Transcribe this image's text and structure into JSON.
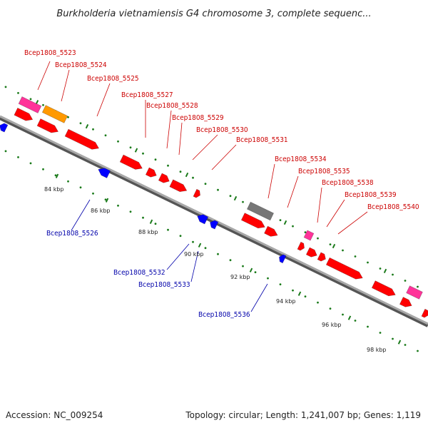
{
  "title": "Burkholderia vietnamiensis G4 chromosome 3, complete sequenc...",
  "footer": {
    "accession": "Accession: NC_009254",
    "topology": "Topology: circular; Length: 1,241,007 bp; Genes: 1,119"
  },
  "colors": {
    "forward_label": "#cc0000",
    "reverse_label": "#0000aa",
    "backbone": "#808080",
    "tick": "#1a7a1a",
    "gene_red": "#ff0000",
    "gene_blue": "#0000ff",
    "gene_pink": "#ff3399",
    "gene_orange": "#ff9900",
    "gene_gray": "#777777"
  },
  "scale_labels": [
    "84 kbp",
    "86 kbp",
    "88 kbp",
    "90 kbp",
    "92 kbp",
    "94 kbp",
    "96 kbp",
    "98 kbp"
  ],
  "forward_labels": [
    "Bcep1808_5523",
    "Bcep1808_5524",
    "Bcep1808_5525",
    "Bcep1808_5527",
    "Bcep1808_5528",
    "Bcep1808_5529",
    "Bcep1808_5530",
    "Bcep1808_5531",
    "Bcep1808_5534",
    "Bcep1808_5535",
    "Bcep1808_5538",
    "Bcep1808_5539",
    "Bcep1808_5540"
  ],
  "reverse_labels": [
    "Bcep1808_5526",
    "Bcep1808_5532",
    "Bcep1808_5533",
    "Bcep1808_5536"
  ]
}
